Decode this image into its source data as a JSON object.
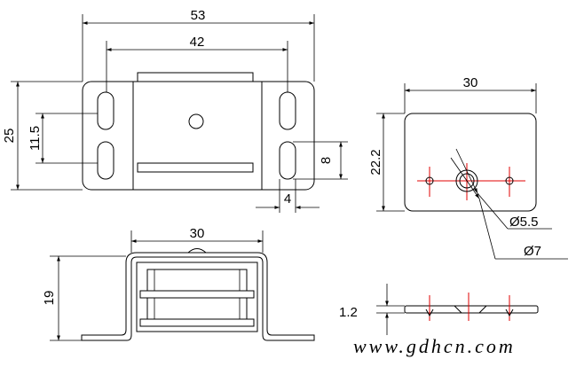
{
  "front_view": {
    "dim_overall_width": "53",
    "dim_hole_spacing": "42",
    "dim_height": "25",
    "dim_slot_pitch": "11.5",
    "dim_slot_length": "8",
    "dim_slot_width": "4"
  },
  "magnet_plate": {
    "dim_width": "30",
    "dim_height": "22.2",
    "dim_inner_diameter": "Ø5.5",
    "dim_outer_diameter": "Ø7"
  },
  "side_view": {
    "dim_width": "30",
    "dim_height": "19"
  },
  "plate_section": {
    "dim_thickness": "1.2"
  },
  "watermark": "www.gdhcn.com"
}
